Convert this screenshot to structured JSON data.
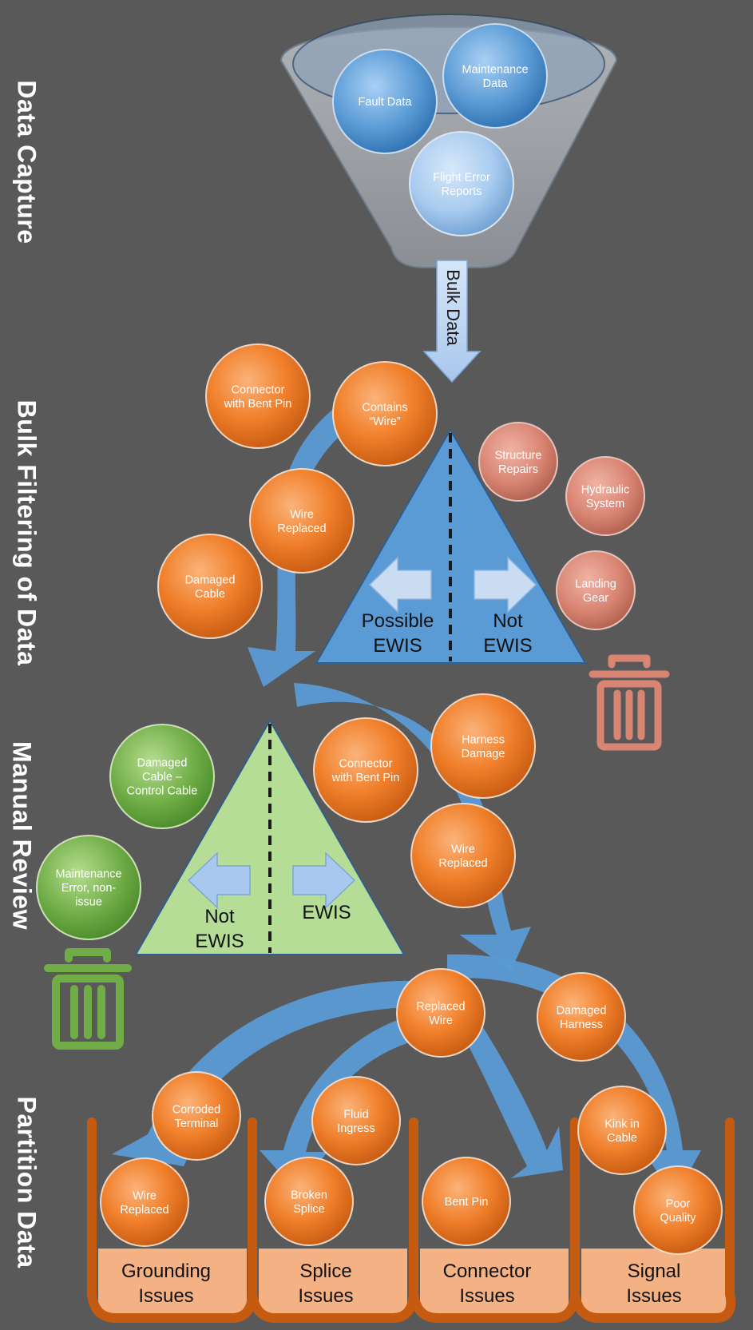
{
  "stages": {
    "data_capture": "Data Capture",
    "bulk_filtering": "Bulk Filtering of Data",
    "manual_review": "Manual Review",
    "partition": "Partition Data"
  },
  "funnel": {
    "inputs": [
      "Fault Data",
      "Maintenance Data",
      "Flight Error Reports"
    ],
    "arrow_label": "Bulk Data"
  },
  "bulk_filter": {
    "left_circles": [
      "Connector with Bent Pin",
      "Contains “Wire”",
      "Wire Replaced",
      "Damaged Cable"
    ],
    "right_circles": [
      "Structure Repairs",
      "Hydraulic System",
      "Landing Gear"
    ],
    "left_label": "Possible EWIS",
    "right_label": "Not EWIS"
  },
  "manual_review": {
    "left_circles": [
      "Damaged Cable – Control Cable",
      "Maintenance Error, non-issue"
    ],
    "right_circles": [
      "Connector with Bent Pin",
      "Harness Damage",
      "Wire Replaced"
    ],
    "left_label": "Not EWIS",
    "right_label": "EWIS"
  },
  "partition": {
    "top_circles": [
      "Replaced Wire",
      "Damaged Harness"
    ],
    "bins": [
      {
        "label": "Grounding Issues",
        "items": [
          "Corroded Terminal",
          "Wire Replaced"
        ]
      },
      {
        "label": "Splice Issues",
        "items": [
          "Fluid Ingress",
          "Broken Splice"
        ]
      },
      {
        "label": "Connector Issues",
        "items": [
          "Bent Pin"
        ]
      },
      {
        "label": "Signal Issues",
        "items": [
          "Kink in Cable",
          "Poor Quality"
        ]
      }
    ]
  },
  "colors": {
    "background": "#595959",
    "orange": "#f07f2a",
    "blue": "#5b9bd5",
    "green": "#70ad47",
    "salmon": "#d98574",
    "bin_fill": "#f4b183",
    "bin_stroke": "#c55a11"
  }
}
